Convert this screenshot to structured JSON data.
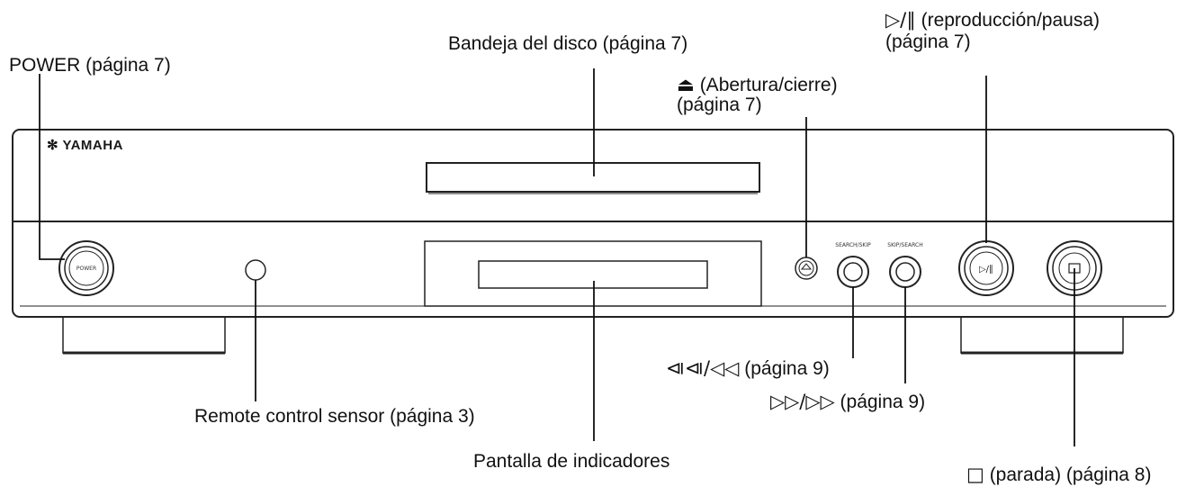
{
  "brand": "✻ YAMAHA",
  "device": {
    "power_button_label": "POWER",
    "skip_back_label": "SEARCH/SKIP",
    "skip_fwd_label": "SKIP/SEARCH",
    "play_pause_glyph": "▷/∥",
    "stop_glyph": "□"
  },
  "labels": {
    "power": "POWER (página 7)",
    "disc_tray": "Bandeja del disco (página 7)",
    "open_close_symbol": "⏏",
    "open_close_line1": "(Abertura/cierre)",
    "open_close_line2": "(página 7)",
    "play_pause_symbol": "▷/∥",
    "play_pause_line1": "(reproducción/pausa)",
    "play_pause_line2": "(página 7)",
    "skip_back_symbol": "⧏⧏/◁◁",
    "skip_back_text": "(página 9)",
    "skip_fwd_symbol": "▷▷/▷▷",
    "skip_fwd_text": "(página 9)",
    "remote_sensor": "Remote control sensor (página 3)",
    "display": "Pantalla de indicadores",
    "stop_symbol": "□",
    "stop_text": "(parada) (página 8)"
  }
}
